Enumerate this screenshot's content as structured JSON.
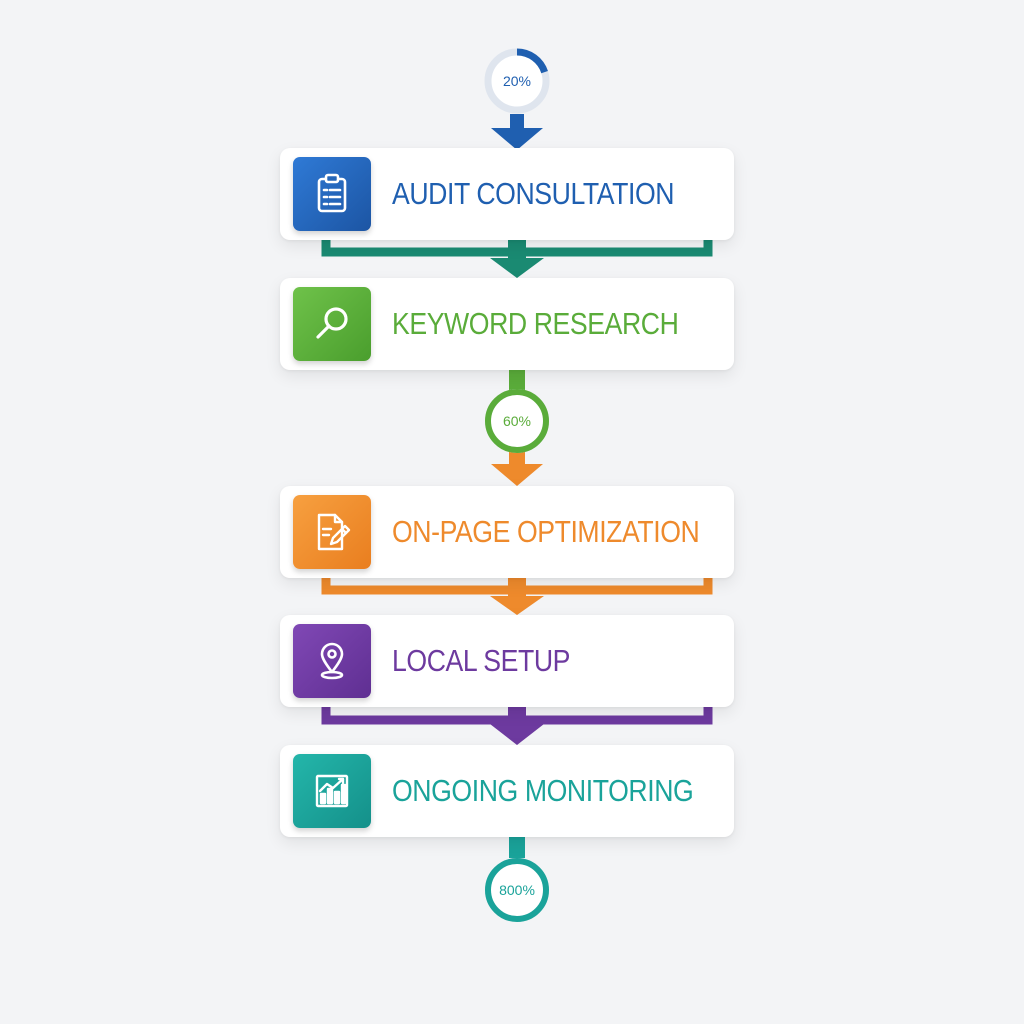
{
  "colors": {
    "blue": "#1f5fb0",
    "green": "#5aac3a",
    "teal_connector": "#1a8a72",
    "orange": "#ee8a2c",
    "purple": "#6d3a9f",
    "teal": "#1aa39a"
  },
  "progress": [
    {
      "label": "20%",
      "value": 0.2,
      "color": "#1f5fb0"
    },
    {
      "label": "60%",
      "value": 1.0,
      "color": "#5aac3a"
    },
    {
      "label": "800%",
      "value": 1.0,
      "color": "#1aa39a"
    }
  ],
  "steps": [
    {
      "label": "AUDIT CONSULTATION",
      "icon": "clipboard-list-icon",
      "color": "#1f5fb0"
    },
    {
      "label": "KEYWORD RESEARCH",
      "icon": "magnifier-icon",
      "color": "#5aac3a"
    },
    {
      "label": "ON-PAGE OPTIMIZATION",
      "icon": "document-pencil-icon",
      "color": "#ee8a2c"
    },
    {
      "label": "LOCAL SETUP",
      "icon": "map-pin-icon",
      "color": "#6d3a9f"
    },
    {
      "label": "ONGOING MONITORING",
      "icon": "bar-chart-trend-icon",
      "color": "#1aa39a"
    }
  ]
}
